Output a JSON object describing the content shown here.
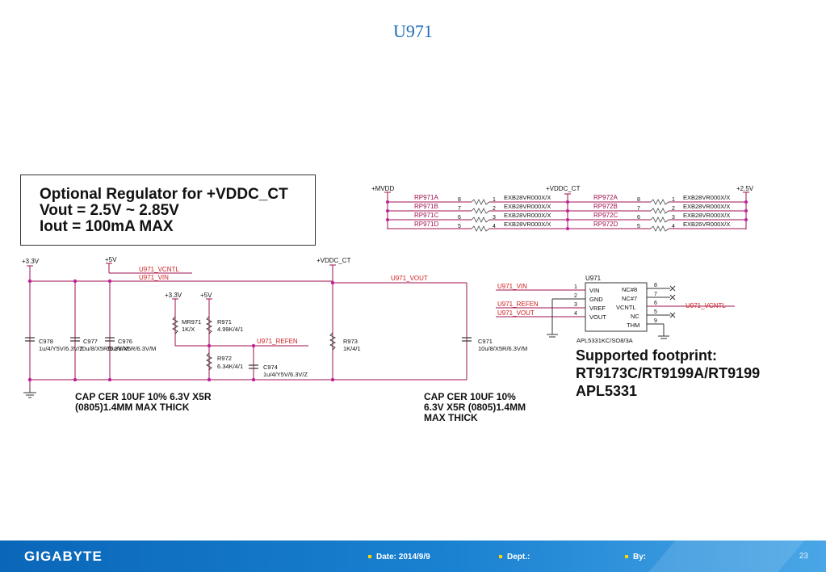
{
  "title": "U971",
  "callout": {
    "line1": "Optional Regulator for +VDDC_CT",
    "line2": "Vout = 2.5V ~ 2.85V",
    "line3": "Iout = 100mA MAX"
  },
  "rails": {
    "mvdd": "+MVDD",
    "vddc_ct_top": "+VDDC_CT",
    "v25": "+2.5V",
    "v33": "+3.3V",
    "v5": "+5V",
    "v33_b": "+3.3V",
    "v5_b": "+5V",
    "vddc_ct": "+VDDC_CT"
  },
  "nets": {
    "vcntl": "U971_VCNTL",
    "vin": "U971_VIN",
    "refen": "U971_REFEN",
    "vout": "U971_VOUT",
    "vin_ic": "U971_VIN",
    "refen_ic": "U971_REFEN",
    "vout_ic": "U971_VOUT",
    "vcntl_ic": "U971_VCNTL"
  },
  "resistor_packs": {
    "left": [
      {
        "ref": "RP971A",
        "p1": "8",
        "p2": "1",
        "val": "EXB28VR000X/X"
      },
      {
        "ref": "RP971B",
        "p1": "7",
        "p2": "2",
        "val": "EXB28VR000X/X"
      },
      {
        "ref": "RP971C",
        "p1": "6",
        "p2": "3",
        "val": "EXB28VR000X/X"
      },
      {
        "ref": "RP971D",
        "p1": "5",
        "p2": "4",
        "val": "EXB28VR000X/X"
      }
    ],
    "right": [
      {
        "ref": "RP972A",
        "p1": "8",
        "p2": "1",
        "val": "EXB28VR000X/X"
      },
      {
        "ref": "RP972B",
        "p1": "7",
        "p2": "2",
        "val": "EXB28VR000X/X"
      },
      {
        "ref": "RP972C",
        "p1": "6",
        "p2": "3",
        "val": "EXB28VR000X/X"
      },
      {
        "ref": "RP972D",
        "p1": "5",
        "p2": "4",
        "val": "EXB26VR000X/X"
      }
    ]
  },
  "parts": {
    "c978_ref": "C978",
    "c978_val": "1u/4/Y5V/6.3V/Z",
    "c977_ref": "C977",
    "c977_val": "10u/8/X5R/6.3V/M",
    "c976_ref": "C976",
    "c976_val": "10u/8/X5R/6.3V/M",
    "mr971_ref": "MR971",
    "mr971_val": "1K/X",
    "r971_ref": "R971",
    "r971_val": "4.99K/4/1",
    "r972_ref": "R972",
    "r972_val": "6.34K/4/1",
    "c974_ref": "C974",
    "c974_val": "1u/4/Y5V/6.3V/Z",
    "r973_ref": "R973",
    "r973_val": "1K/4/1",
    "c971_ref": "C971",
    "c971_val": "10u/8/X5R/6.3V/M"
  },
  "ic": {
    "ref": "U971",
    "part": "APL5331KC/SO8/3A",
    "left_pins": [
      {
        "num": "1",
        "name": "VIN"
      },
      {
        "num": "2",
        "name": "GND"
      },
      {
        "num": "3",
        "name": "VREF"
      },
      {
        "num": "4",
        "name": "VOUT"
      }
    ],
    "right_pins": [
      {
        "num": "8",
        "name": "NC#8"
      },
      {
        "num": "7",
        "name": "NC#7"
      },
      {
        "num": "6",
        "name": "VCNTL"
      },
      {
        "num": "5",
        "name": "NC"
      },
      {
        "num": "9",
        "name": "THM"
      }
    ]
  },
  "notes": {
    "cap1_line1": "CAP CER 10UF 10% 6.3V X5R",
    "cap1_line2": "(0805)1.4MM MAX THICK",
    "cap2_line1": "CAP CER 10UF 10%",
    "cap2_line2": "6.3V X5R (0805)1.4MM",
    "cap2_line3": "MAX THICK"
  },
  "supported": {
    "line1": "Supported footprint:",
    "line2": "RT9173C/RT9199A/RT9199",
    "line3": "APL5331"
  },
  "footer": {
    "logo": "GIGABYTE",
    "date": "Date: 2014/9/9",
    "dept": "Dept.:",
    "by": "By:",
    "page": "23"
  },
  "colors": {
    "wire": "#a01050",
    "net_label": "#d02020",
    "text": "#111111",
    "title": "#1f6fb5",
    "footer": "#1a7cc8"
  }
}
